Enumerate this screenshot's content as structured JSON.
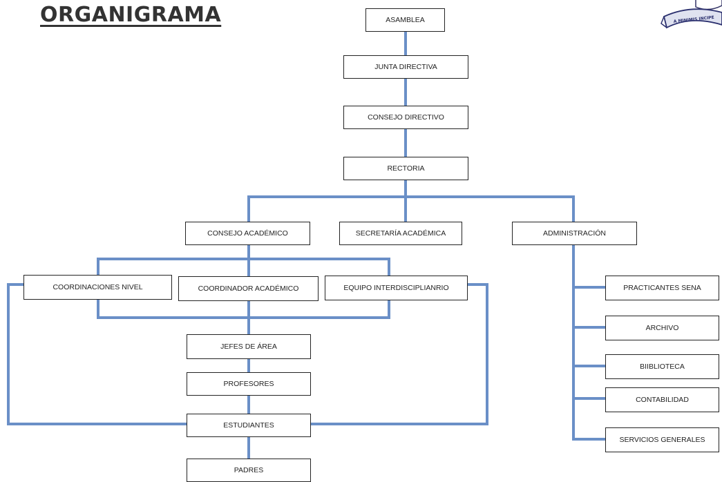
{
  "title": "ORGANIGRAMA",
  "logo_text": "A MINIMIS INCIPE",
  "line_color": "#6a8fc7",
  "nodes": {
    "asamblea": "ASAMBLEA",
    "junta_directiva": "JUNTA DIRECTIVA",
    "consejo_directivo": "CONSEJO DIRECTIVO",
    "rectoria": "RECTORIA",
    "consejo_academico": "CONSEJO ACADÉMICO",
    "secretaria_academica": "SECRETARÍA ACADÉMICA",
    "administracion": "ADMINISTRACIÓN",
    "coordinaciones_nivel": "COORDINACIONES  NIVEL",
    "coordinador_academico": "COORDINADOR ACADÉMICO",
    "equipo_interdisciplinario": "EQUIPO INTERDISCIPLIANRIO",
    "jefes_area": "JEFES DE ÁREA",
    "profesores": "PROFESORES",
    "estudiantes": "ESTUDIANTES",
    "padres": "PADRES",
    "practicantes_sena": "PRACTICANTES SENA",
    "archivo": "ARCHIVO",
    "biblioteca": "BIIBLIOTECA",
    "contabilidad": "CONTABILIDAD",
    "servicios_generales": "SERVICIOS GENERALES"
  }
}
